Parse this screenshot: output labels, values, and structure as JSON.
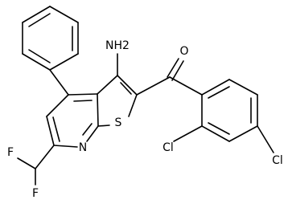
{
  "structure": {
    "atom_labels": {
      "amino": "NH2",
      "carbonyl_oxygen": "O",
      "thiophene_sulfur": "S",
      "pyridine_nitrogen": "N",
      "fluorine_1": "F",
      "fluorine_2": "F",
      "chlorine_ortho": "Cl",
      "chlorine_para": "Cl"
    }
  }
}
